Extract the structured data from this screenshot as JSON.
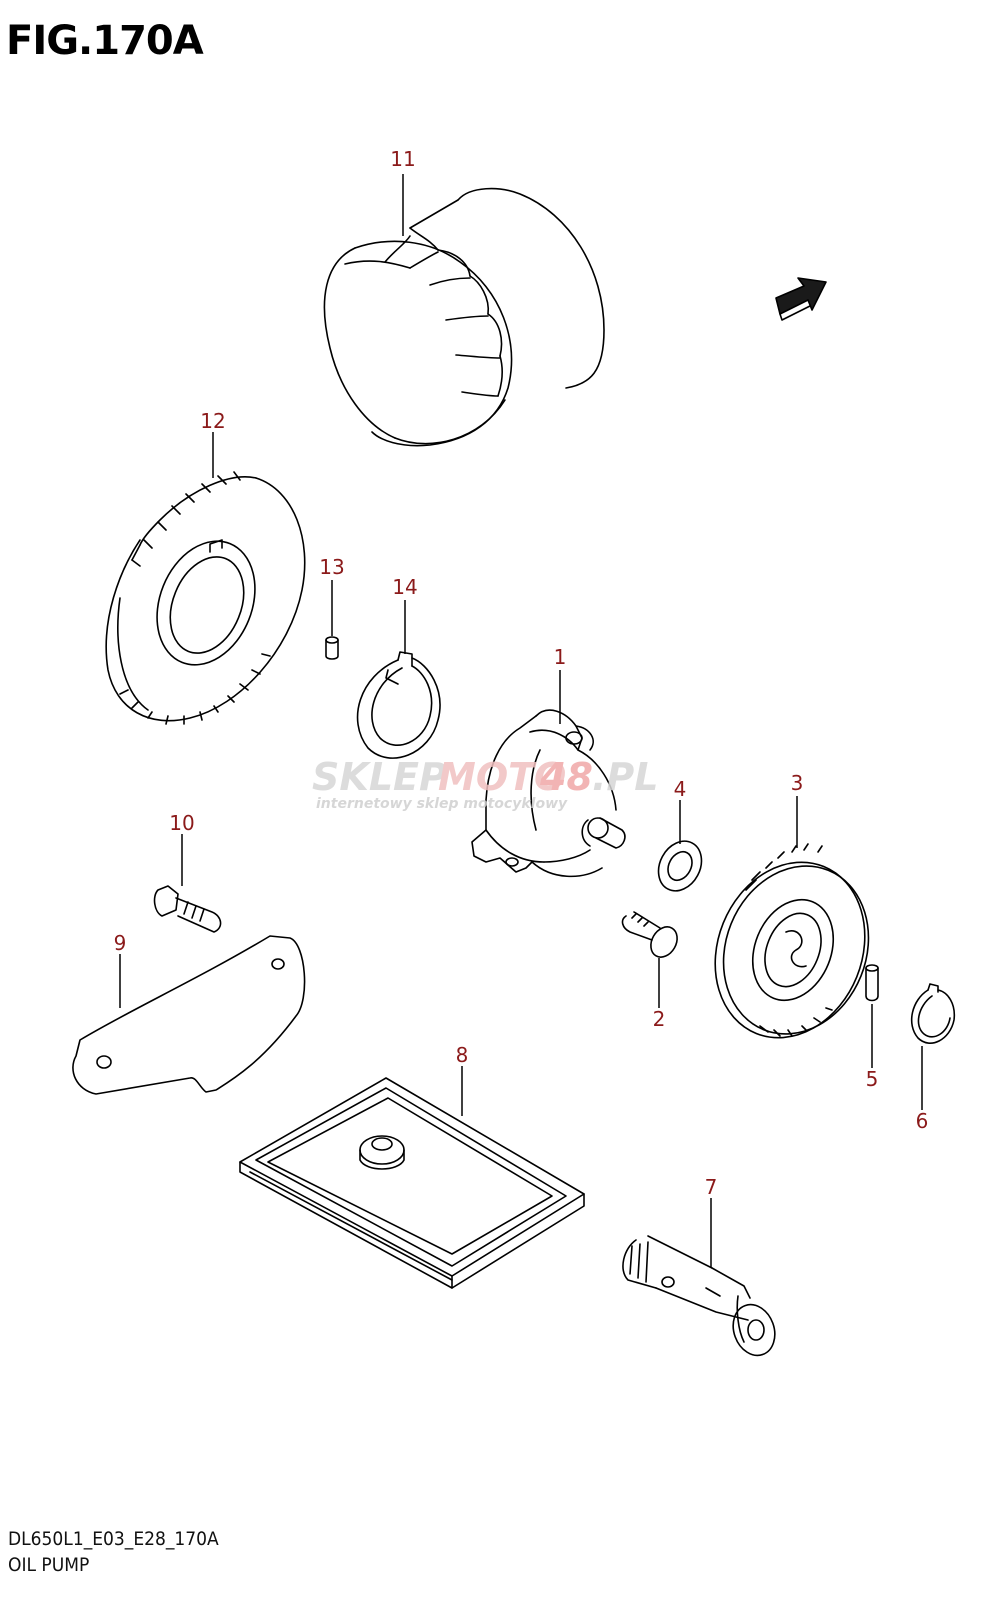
{
  "figure": {
    "title": "FIG.170A",
    "code": "DL650L1_E03_E28_170A",
    "name": "OIL PUMP"
  },
  "callouts": [
    {
      "id": "1",
      "label": "1"
    },
    {
      "id": "2",
      "label": "2"
    },
    {
      "id": "3",
      "label": "3"
    },
    {
      "id": "4",
      "label": "4"
    },
    {
      "id": "5",
      "label": "5"
    },
    {
      "id": "6",
      "label": "6"
    },
    {
      "id": "7",
      "label": "7"
    },
    {
      "id": "8",
      "label": "8"
    },
    {
      "id": "9",
      "label": "9"
    },
    {
      "id": "10",
      "label": "10"
    },
    {
      "id": "11",
      "label": "11"
    },
    {
      "id": "12",
      "label": "12"
    },
    {
      "id": "13",
      "label": "13"
    },
    {
      "id": "14",
      "label": "14"
    }
  ],
  "watermark": {
    "brand_a": "SKLEP",
    "brand_b": "MOTO",
    "brand_c": "48",
    "brand_d": ".PL",
    "tagline": "internetowy sklep motocyklowy"
  },
  "colors": {
    "callout": "#8b1a1a",
    "line": "#000000",
    "watermark_grey": "#d6d6d6",
    "watermark_red": "#f0b4b4"
  },
  "icons": {
    "direction_arrow": "arrow-icon"
  }
}
